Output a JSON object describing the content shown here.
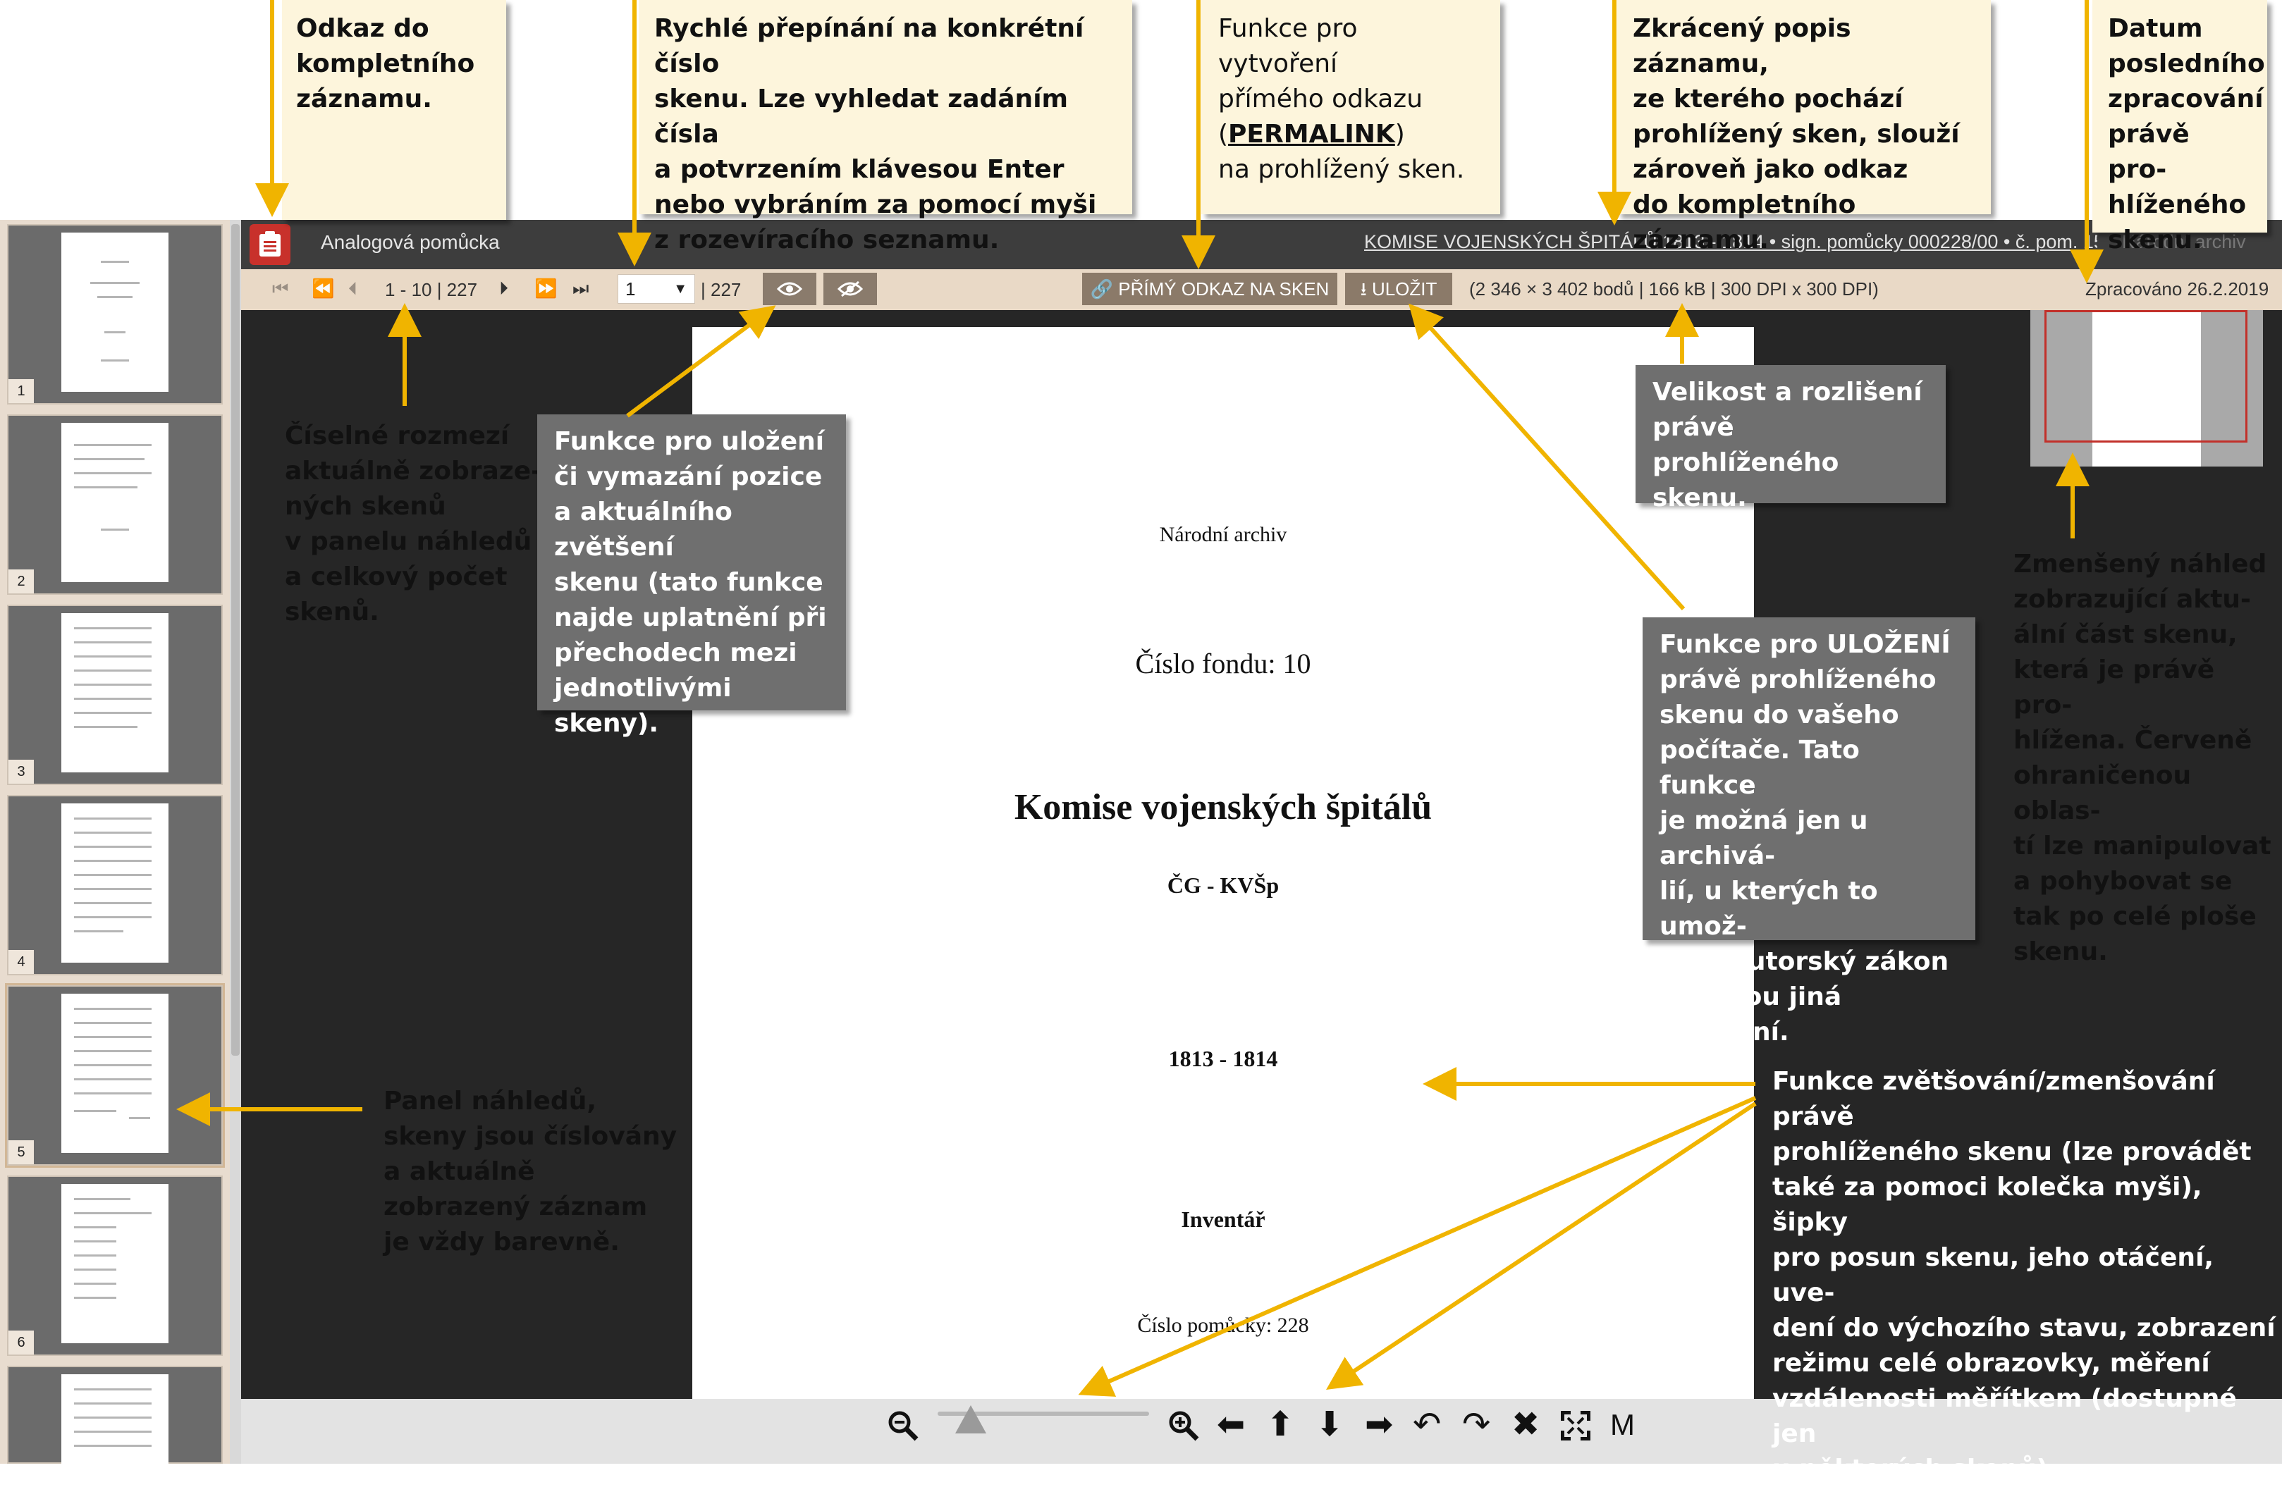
{
  "notes": {
    "record_link": "Odkaz do\nkompletního\nzáznamu.",
    "quick_switch": "Rychlé přepínání na konkrétní číslo\nskenu. Lze vyhledat zadáním čísla\na potvrzením klávesou Enter\nnebo vybráním za pomocí myši\nz rozevíracího seznamu.",
    "permalink_a": "Funkce pro vytvoření\npřímého odkazu\n(",
    "permalink_b": "PERMALINK",
    "permalink_c": ")\nna prohlížený sken.",
    "short_desc": "Zkrácený popis záznamu,\nze kterého pochází\nprohlížený sken, slouží\nzároveň jako odkaz\ndo kompletního záznamu.",
    "processed_date": "Datum\nposledního\nzpracování\nprávě pro-\nhlíženého\nskenu.",
    "range": "Číselné rozmezí\naktuálně zobraze-\nných skenů\nv panelu náhledů\na celkový počet\nskenů.",
    "position_save": "Funkce pro uložení\nči vymazání pozice\na aktuálního zvětšení\nskenu  (tato funkce\nnajde uplatnění při\npřechodech mezi\njednotlivými skeny).",
    "size_res": "Velikost a rozlišení\nprávě prohlíženého\nskenu.",
    "minimap": "Zmenšený náhled\nzobrazující aktu-\nální část skenu,\nkterá je právě pro-\nhlížena. Červeně\nohraničenou oblas-\ntí lze manipulovat\na pohybovat se\ntak po celé ploše\nskenu.",
    "save_a": "Funkce pro ",
    "save_b": "ULOŽENÍ",
    "save_c": "\nprávě prohlíženého\nskenu do vašeho\npočítače. Tato funkce\nje možná jen u archivá-\nlií, u kterých to umož-\nňuje autorský zákon\na nejsou jiná omezení.",
    "thumb_panel": "Panel náhledů,\nskeny jsou číslovány\na aktuálně\nzobrazený záznam\nje vždy barevně.",
    "zoom_tools": "Funkce zvětšování/zmenšování právě\nprohlíženého skenu (lze provádět\ntaké za pomoci kolečka myši), šipky\npro posun skenu, jeho otáčení, uve-\ndení do výchozího stavu, zobrazení\nrežimu celé obrazovky, měření\nvzdálenosti měřítkem (dostupné jen\nu některých skenů)."
  },
  "viewer": {
    "app_title": "Analogová pomůcka",
    "record_link": "KOMISE VOJENSKÝCH ŠPITÁLŮ 1813 - 1814 • sign. pomůcky 000228/00 • č. pom. 150",
    "archive_name": "Národní archiv",
    "range": "1 - 10 | 227",
    "page_select": "1",
    "page_total": "| 227",
    "permalink_label": "PŘÍMÝ ODKAZ NA SKEN",
    "save_label": "ULOŽIT",
    "scan_info": "(2 346 × 3 402 bodů | 166 kB | 300 DPI x 300 DPI)",
    "processed": "Zpracováno 26.2.2019",
    "thumbnails": [
      "1",
      "2",
      "3",
      "4",
      "5",
      "6"
    ],
    "measure_label": "M"
  },
  "scan": {
    "archive": "Národní archiv",
    "fond": "Číslo fondu: 10",
    "title": "Komise vojenských špitálů",
    "abbr": "ČG - KVŠp",
    "years": "1813 - 1814",
    "kind": "Inventář",
    "aid": "Číslo pomůcky: 228"
  },
  "icons": {
    "first": "first-page-icon",
    "prev_fast": "fast-back-icon",
    "prev": "prev-icon",
    "next": "next-icon",
    "next_fast": "fast-forward-icon",
    "last": "last-page-icon",
    "eye": "eye-icon",
    "eye_off": "eye-off-icon",
    "link": "link-icon",
    "save": "download-icon",
    "zoom_out": "zoom-out-icon",
    "zoom_in": "zoom-in-icon",
    "left": "arrow-left-icon",
    "up": "arrow-up-icon",
    "down": "arrow-down-icon",
    "right": "arrow-right-icon",
    "rotate_left": "rotate-left-icon",
    "rotate_right": "rotate-right-icon",
    "reset": "reset-icon",
    "fullscreen": "fullscreen-icon"
  },
  "colors": {
    "arrow": "#f0b400",
    "accent": "#c8312b",
    "button": "#8b7a69"
  }
}
